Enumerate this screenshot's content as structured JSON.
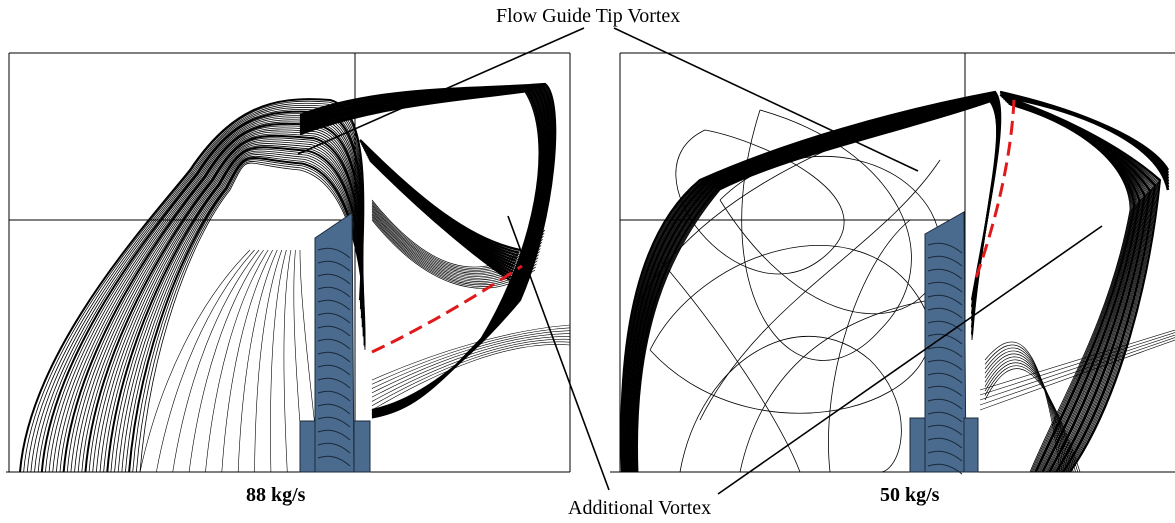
{
  "annotations": {
    "top_label": "Flow Guide Tip Vortex",
    "bottom_label": "Additional Vortex"
  },
  "panels": [
    {
      "caption": "88 kg/s"
    },
    {
      "caption": "50 kg/s"
    }
  ],
  "colors": {
    "streamline": "#000000",
    "blade": "#4a6a8e",
    "vortex_core": "#e0191b",
    "frame": "#000000",
    "background": "#ffffff"
  }
}
